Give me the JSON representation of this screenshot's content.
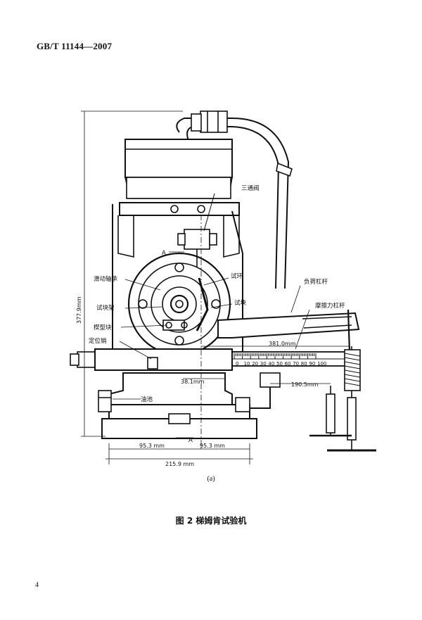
{
  "header": {
    "standard": "GB/T 11144—2007"
  },
  "figure": {
    "sublabel": "(a)",
    "caption": "图 2   梯姆肯试验机",
    "labels": {
      "three_way_valve": "三通阀",
      "sliding_bearing": "滑动轴承",
      "test_ring": "试环",
      "load_lever": "负荷杠杆",
      "specimen_holder": "试块架",
      "test_block": "试块",
      "friction_lever": "摩擦力杠杆",
      "wedge_block": "楔型块",
      "locating_pin": "定位销",
      "oil_sump": "油池",
      "section_a": "A",
      "section_a2": "A"
    },
    "dimensions": {
      "height": "377.9mm",
      "d381": "381.0mm",
      "d381_short": "38.1mm",
      "d1905": "190.5mm",
      "d953_left": "95.3 mm",
      "d953_right": "95.3 mm",
      "d2159": "215.9 mm"
    },
    "scale_ticks": [
      "0",
      "10",
      "20",
      "30",
      "40",
      "50",
      "60",
      "70",
      "80",
      "90",
      "100"
    ]
  },
  "page": {
    "number": "4"
  }
}
